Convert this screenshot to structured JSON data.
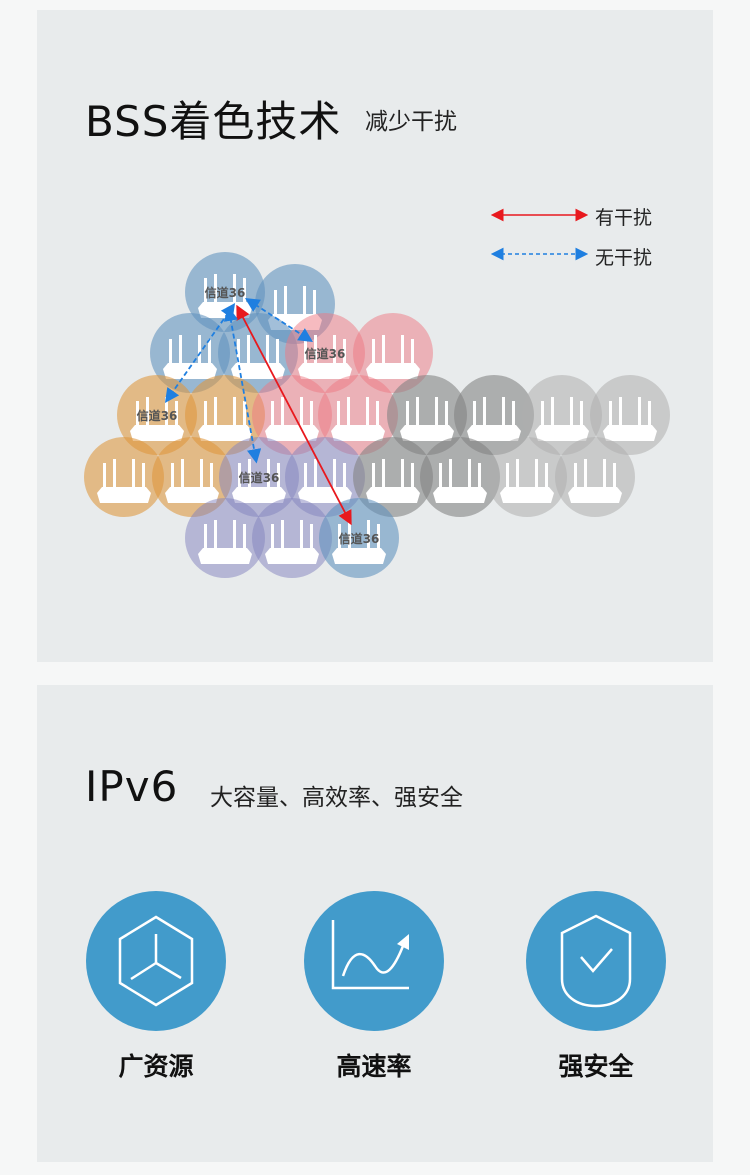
{
  "bss": {
    "title": "BSS着色技术",
    "subtitle": "减少干扰",
    "legend": [
      {
        "label": "有干扰",
        "color": "#e8191e",
        "style": "solid"
      },
      {
        "label": "无干扰",
        "color": "#1f7fe0",
        "style": "dashed"
      }
    ],
    "channel_label": "信道36"
  },
  "ipv6": {
    "title": "IPv6",
    "subtitle": "大容量、高效率、强安全",
    "features": [
      {
        "label": "广资源",
        "icon": "hexagon-cube-icon"
      },
      {
        "label": "高速率",
        "icon": "growth-chart-icon"
      },
      {
        "label": "强安全",
        "icon": "shield-check-icon"
      }
    ],
    "color": "#429bcb"
  }
}
